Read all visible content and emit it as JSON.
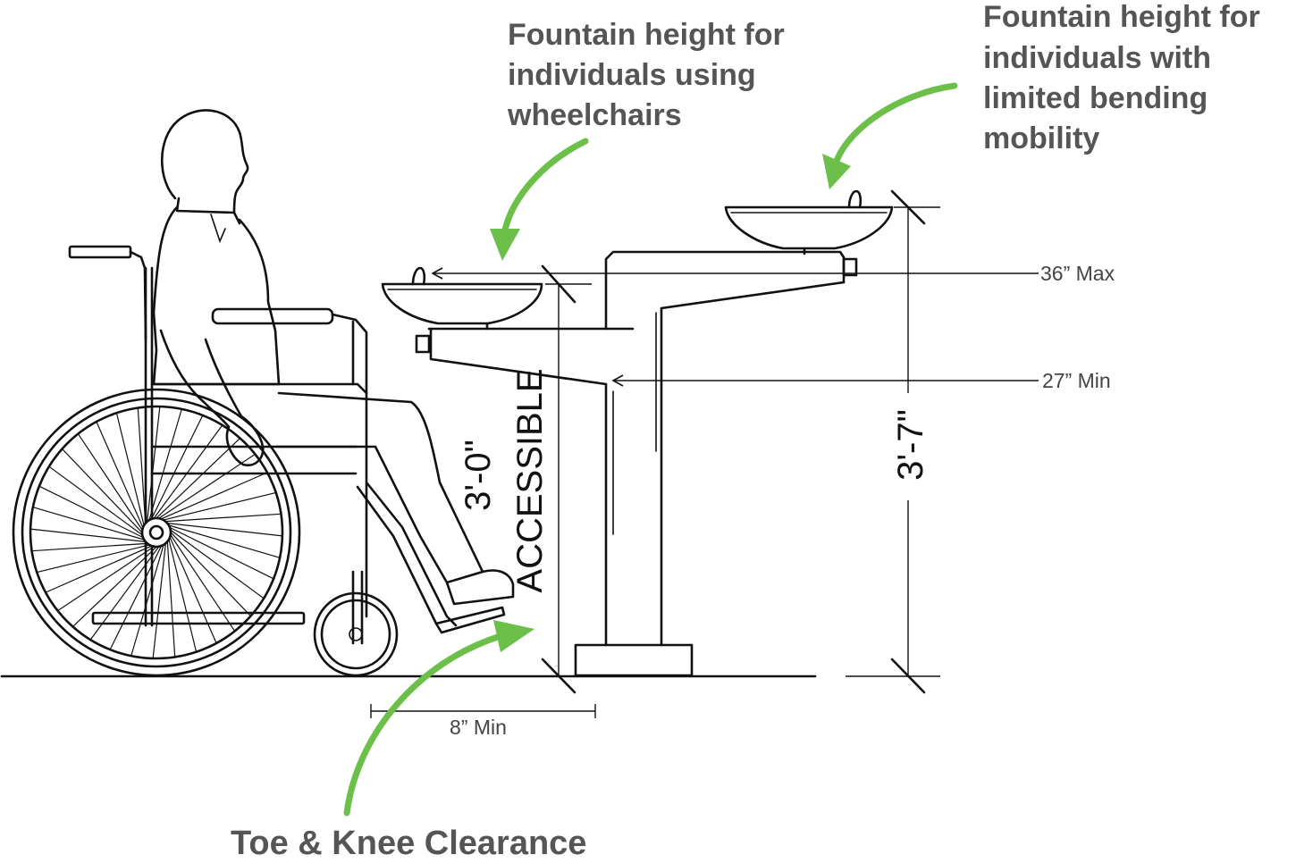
{
  "callouts": {
    "wheelchair": [
      "Fountain height for",
      "individuals using",
      "wheelchairs"
    ],
    "bending": [
      "Fountain height for",
      "individuals with",
      "limited bending",
      "mobility"
    ],
    "toe_knee": "Toe & Knee Clearance"
  },
  "dimensions": {
    "max_spout": "36” Max",
    "min_knee": "27” Min",
    "toe_depth": "8” Min",
    "accessible_height": "3'-0\"",
    "accessible_label": "ACCESSIBLE",
    "standard_height": "3'-7\""
  },
  "colors": {
    "accent": "#6cc04a",
    "callout_text": "#555555",
    "line": "#111111"
  }
}
